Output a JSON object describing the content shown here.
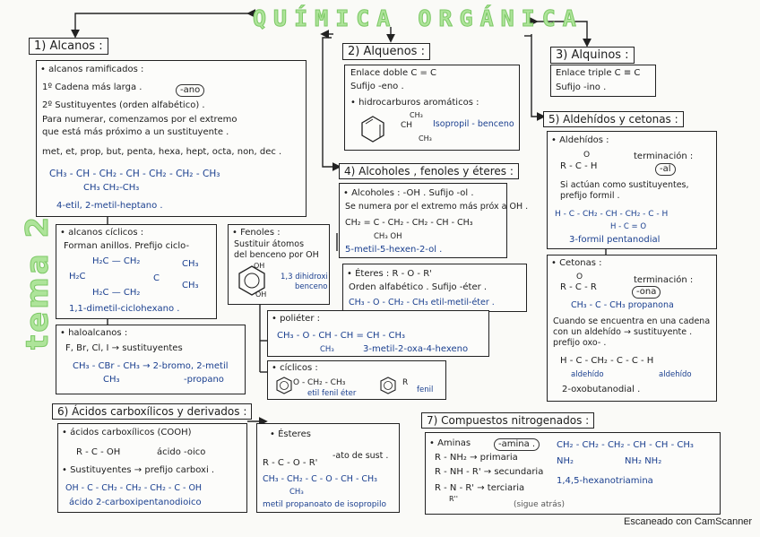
{
  "title": "QUÍMICA ORGÁNICA",
  "side_label": "tema 2",
  "footer": "Escaneado con CamScanner",
  "alcanos": {
    "header": "1) Alcanos :",
    "b1": "• alcanos ramificados :",
    "l1": "1º Cadena más larga .",
    "l1s": "-ano",
    "l2": "2º Sustituyentes (orden alfabético) .",
    "l3": "Para numerar, comenzamos por el extremo",
    "l4": "que está más próximo a un sustituyente .",
    "l5": "met, et, prop, but, penta, hexa, hept, octa, non, dec .",
    "f1": "CH₃ - CH - CH₂ - CH - CH₂ - CH₂ - CH₃",
    "f1b": "CH₃          CH₂-CH₃",
    "f1n": "4-etil, 2-metil-heptano .",
    "b2": "• alcanos cíclicos :",
    "c1": "Forman anillos. Prefijo ciclo-",
    "c2": "H₂C — CH₂",
    "c3": "H₂C",
    "c4": "C",
    "c5": "CH₃",
    "c6": "CH₃",
    "c7": "H₂C — CH₂",
    "c8": "1,1-dimetil-ciclohexano .",
    "b3": "• haloalcanos :",
    "h1": "F, Br, Cl, I → sustituyentes",
    "h2": "CH₃ - CBr - CH₃ → 2-bromo, 2-metil",
    "h3": "CH₃",
    "h4": "-propano"
  },
  "fenoles": {
    "header": "• Fenoles :",
    "l1": "Sustituir átomos",
    "l2": "del benceno por OH",
    "oh1": "OH",
    "oh2": "OH",
    "name1": "1,3 dihidroxi",
    "name2": "benceno"
  },
  "alquenos": {
    "header": "2) Alquenos :",
    "l1": "Enlace doble C = C",
    "l2": "Sufijo -eno .",
    "l3": "• hidrocarburos aromáticos :",
    "f1": "CH₃",
    "f2": "CH",
    "f3": "CH₃",
    "name": "Isopropil - benceno"
  },
  "alquinos": {
    "header": "3) Alquinos :",
    "l1": "Enlace triple C ≡ C",
    "l2": "Sufijo -ino ."
  },
  "alcoholes": {
    "header": "4) Alcoholes , fenoles y éteres :",
    "l1": "• Alcoholes : -OH . Sufijo -ol .",
    "l2": "Se numera por el extremo más próx a OH .",
    "f1": "CH₂ = C - CH₂ - CH₂ - CH - CH₃",
    "f2": "CH₃                OH",
    "f3": "5-metil-5-hexen-2-ol .",
    "e1": "• Éteres :  R - O - R'",
    "e2": "Orden alfabético . Sufijo -éter .",
    "e3": "CH₃ - O - CH₂ - CH₃  etil-metil-éter ."
  },
  "polieter": {
    "header": "• poliéter :",
    "f1": "CH₃ - O - CH - CH = CH - CH₃",
    "f2": "CH₃",
    "f3": "3-metil-2-oxa-4-hexeno"
  },
  "ciclicos": {
    "header": "• cíclicos :",
    "f1": "O - CH₂ - CH₃",
    "f2": "etil fenil éter",
    "f3": "R",
    "f4": "fenil"
  },
  "aldehidos": {
    "header": "5) Aldehídos y cetonas :",
    "a1": "• Aldehídos :",
    "a2": "O",
    "a3": "R - C - H",
    "a4": "terminación :",
    "a5": "-al",
    "a6": "Si actúan como sustituyentes,",
    "a7": "prefijo formil .",
    "a8": "H - C - CH₂ - CH - CH₂ - C - H",
    "a9": "H - C = O",
    "a10": "3-formil pentanodial",
    "k1": "• Cetonas :",
    "k2": "O",
    "k3": "R - C - R",
    "k4": "terminación :",
    "k5": "-ona",
    "k6": "CH₃ - C - CH₃  propanona",
    "k7": "Cuando se encuentra en una cadena",
    "k8": "con un aldehído → sustituyente .",
    "k9": "prefijo oxo- .",
    "k10": "H - C - CH₂ - C - C - H",
    "k11": "aldehído",
    "k12": "aldehído",
    "k13": "2-oxobutanodial ."
  },
  "acidos": {
    "header": "6) Ácidos carboxílicos y derivados :",
    "l1": "• ácidos carboxílicos (COOH)",
    "l2": "R - C - OH",
    "l3": "ácido -oico",
    "l4": "• Sustituyentes → prefijo carboxi .",
    "l5": "OH - C - CH₂ - CH₂ - CH₂ - C - OH",
    "l6": "ácido 2-carboxipentanodioico",
    "e1": "• Ésteres",
    "e2": "R - C - O - R'",
    "e3": "-ato de sust .",
    "e4": "CH₃ - CH₂ - C - O - CH - CH₃",
    "e5": "CH₃",
    "e6": "metil propanoato de isopropilo"
  },
  "nitro": {
    "header": "7) Compuestos nitrogenados :",
    "l1": "• Aminas",
    "l2": "-amina .",
    "l3": "R - NH₂ → primaria",
    "l4": "R - NH - R' → secundaria",
    "l5": "R - N - R' → terciaria",
    "l6": "R''",
    "f1": "CH₂ - CH₂ - CH₂ - CH - CH - CH₃",
    "f2": "NH₂",
    "f3": "NH₂  NH₂",
    "f4": "1,4,5-hexanotriamina",
    "l7": "(sigue atrás)"
  }
}
